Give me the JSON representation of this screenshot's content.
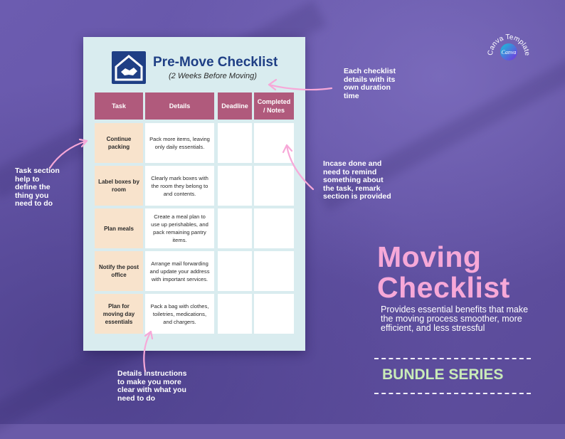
{
  "card": {
    "title": "Pre-Move Checklist",
    "subtitle": "(2 Weeks Before Moving)",
    "headers": [
      "Task",
      "Details",
      "Deadline",
      "Completed / Notes"
    ],
    "rows": [
      {
        "task": "Continue packing",
        "details": "Pack more items, leaving only daily essentials."
      },
      {
        "task": "Label boxes by room",
        "details": "Clearly mark boxes with the room they belong to and contents."
      },
      {
        "task": "Plan meals",
        "details": "Create a meal plan to use up perishables, and pack remaining pantry items."
      },
      {
        "task": "Notify the post office",
        "details": "Arrange mail forwarding and update your address with important services."
      },
      {
        "task": "Plan for moving day essentials",
        "details": "Pack a bag with clothes, toiletries, medications, and chargers."
      }
    ]
  },
  "annotations": {
    "duration": "Each checklist details with its own duration time",
    "remark": "Incase done and need to remind something about the task, remark section is provided",
    "task_section": "Task section help to define the thing you need to do",
    "details": "Details instructions to make you more clear with what you need to do"
  },
  "badge": {
    "arc_text": "Canva Template",
    "logo_text": "Canva"
  },
  "promo": {
    "title_line1": "Moving",
    "title_line2": "Checklist",
    "description": "Provides essential benefits that make the moving process smoother, more efficient, and less stressful",
    "series": "BUNDLE SERIES"
  },
  "colors": {
    "background": "#6a5aa8",
    "card": "#d9ecef",
    "header": "#b05a7c",
    "task_cell": "#f8e3cc",
    "title_blue": "#1f3f85",
    "pink": "#f7a8d8",
    "series_green": "#c9ebb8"
  }
}
